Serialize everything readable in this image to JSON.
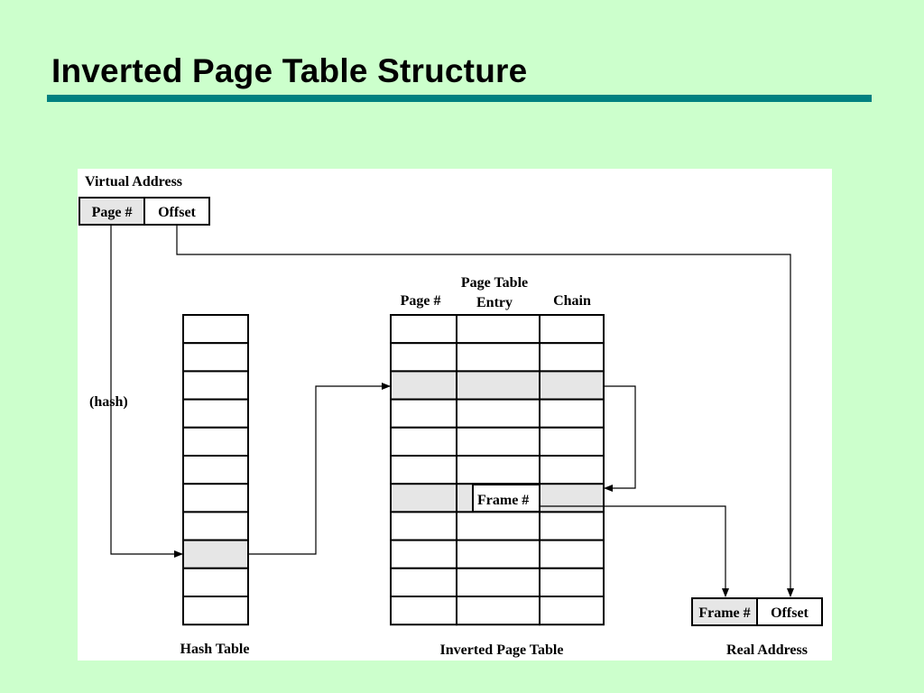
{
  "slide": {
    "title": "Inverted Page Table Structure",
    "background_color": "#ccffcc",
    "rule_color": "#008080"
  },
  "diagram": {
    "virtual_address": {
      "caption": "Virtual Address",
      "page_field": "Page #",
      "offset_field": "Offset"
    },
    "hash_label": "(hash)",
    "hash_table": {
      "caption": "Hash Table",
      "rows": 11,
      "highlighted_row": 8
    },
    "inverted_page_table": {
      "caption": "Inverted Page Table",
      "col_page": "Page #",
      "col_entry_line1": "Page Table",
      "col_entry_line2": "Entry",
      "col_chain": "Chain",
      "rows": 11,
      "highlighted_rows": [
        2,
        6
      ],
      "frame_label": "Frame #"
    },
    "real_address": {
      "caption": "Real Address",
      "frame_field": "Frame #",
      "offset_field": "Offset"
    },
    "shade_color": "#e6e6e6"
  }
}
